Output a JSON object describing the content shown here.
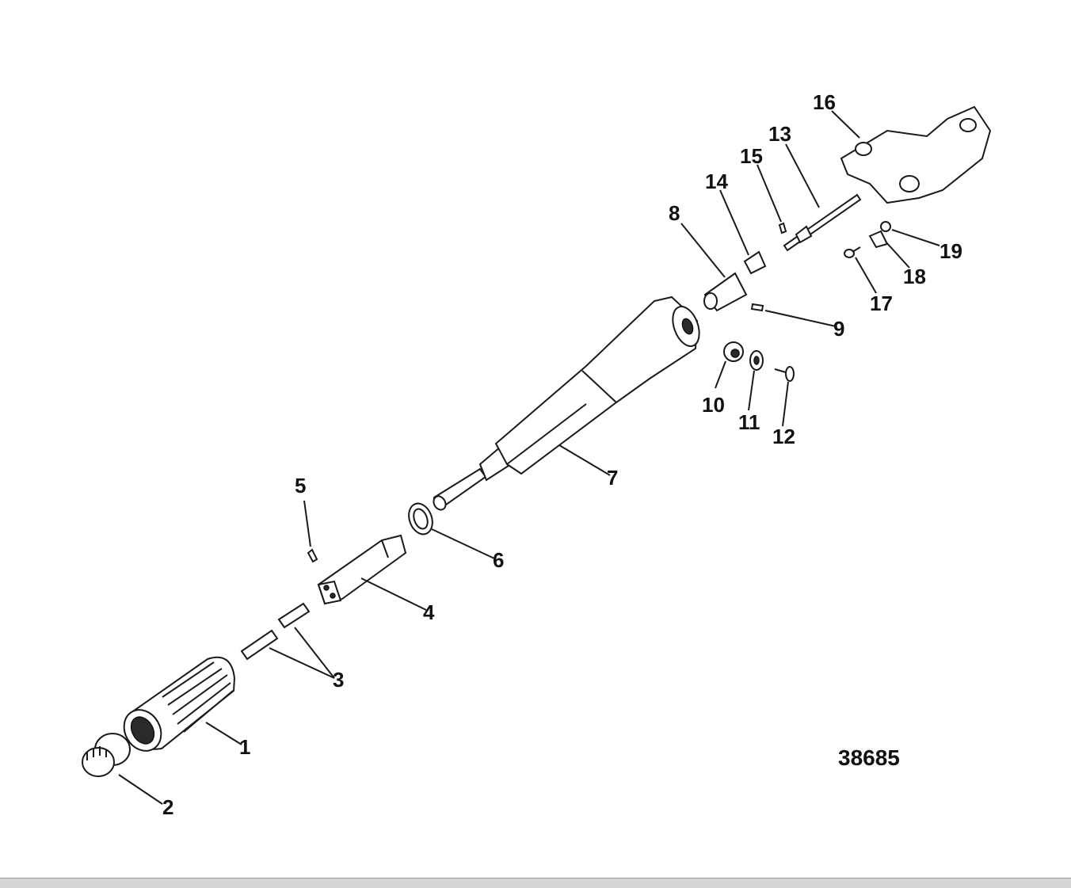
{
  "figure_number": "38685",
  "callouts": [
    "1",
    "2",
    "3",
    "4",
    "5",
    "6",
    "7",
    "8",
    "9",
    "10",
    "11",
    "12",
    "13",
    "14",
    "15",
    "16",
    "17",
    "18",
    "19"
  ]
}
